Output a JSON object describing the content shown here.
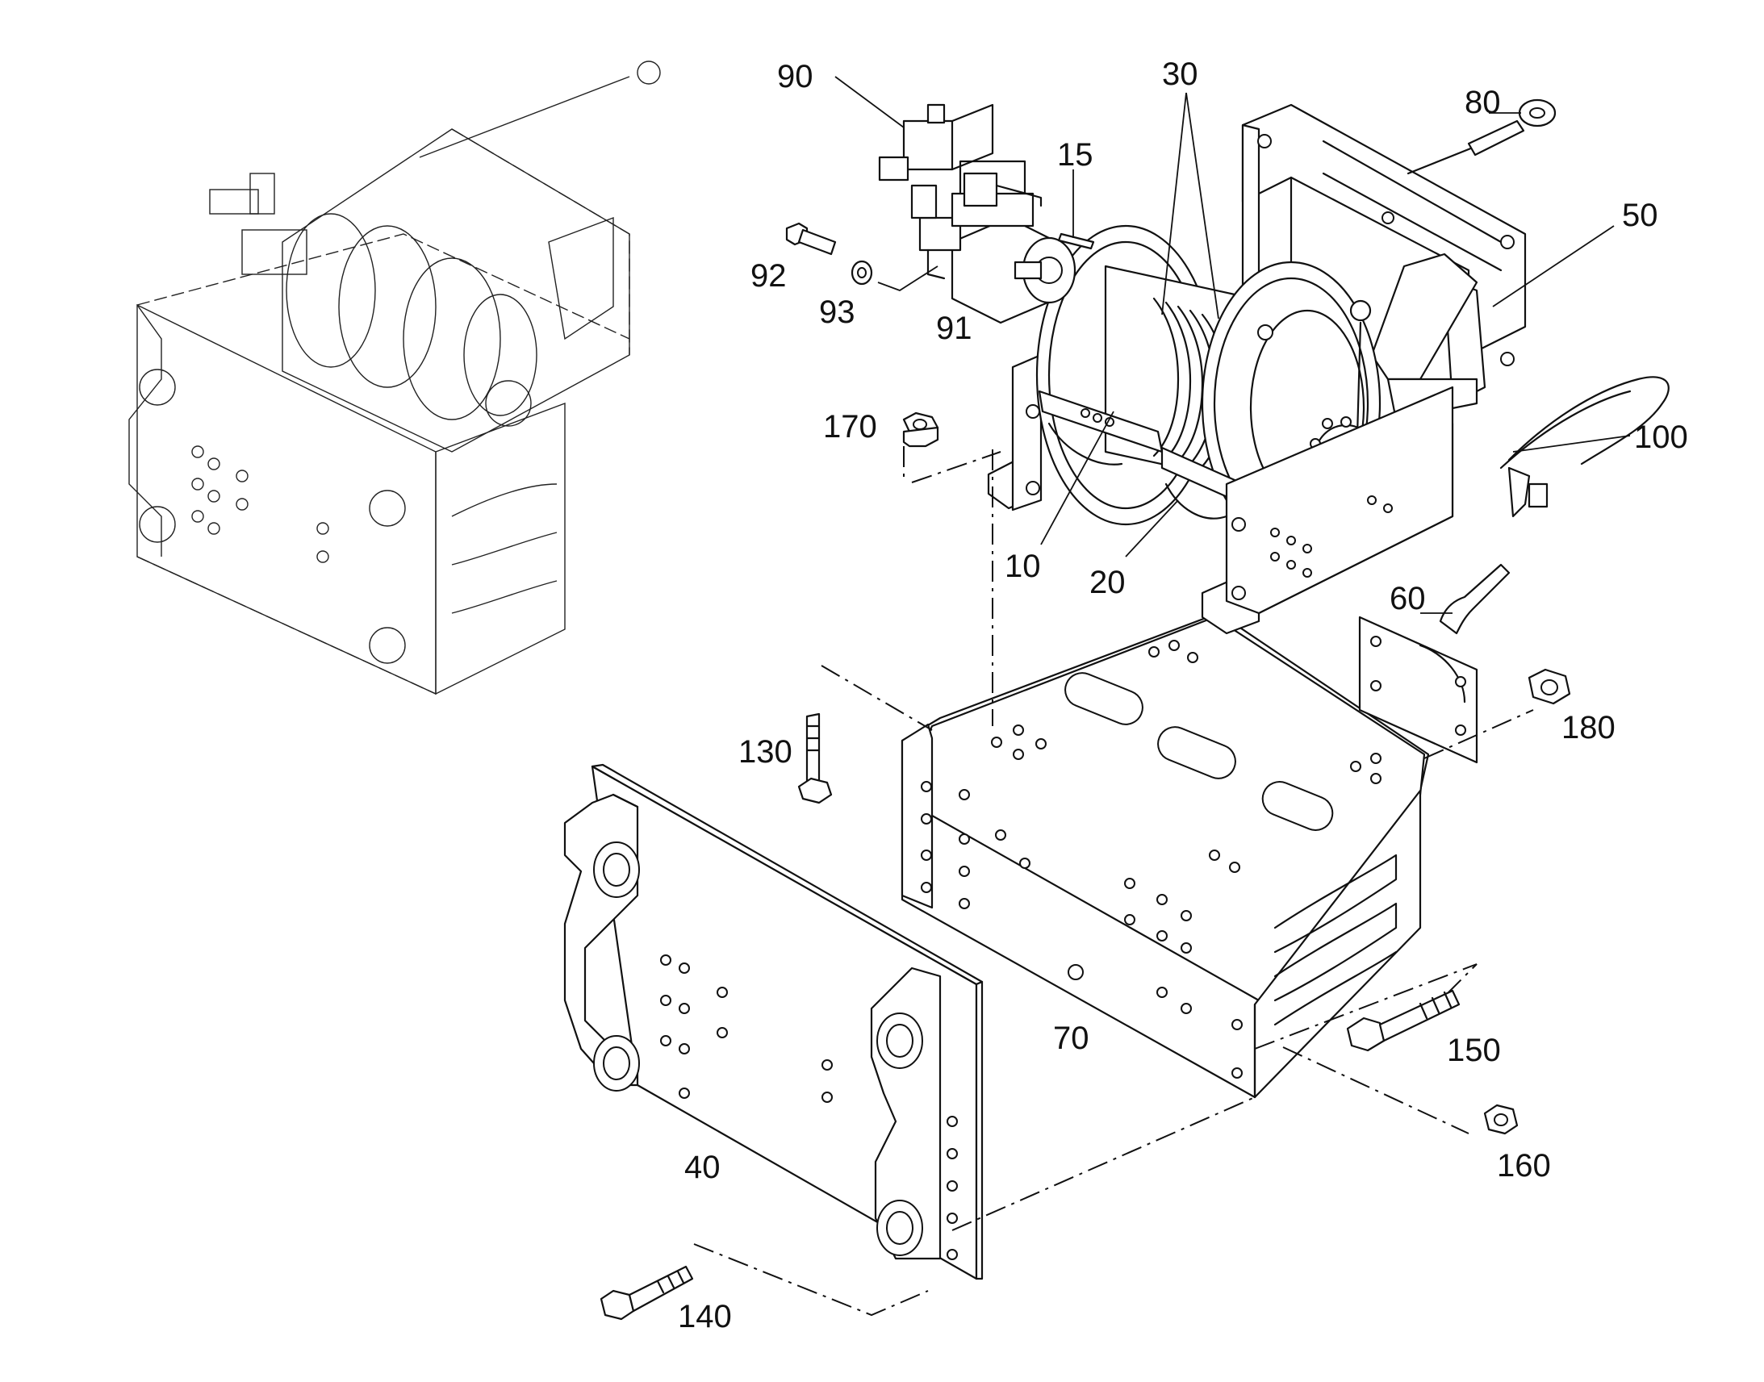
{
  "callouts": {
    "c10": "10",
    "c15": "15",
    "c20": "20",
    "c30": "30",
    "c40": "40",
    "c50": "50",
    "c60": "60",
    "c70": "70",
    "c80": "80",
    "c90": "90",
    "c91": "91",
    "c92": "92",
    "c93": "93",
    "c100": "100",
    "c130": "130",
    "c140": "140",
    "c150": "150",
    "c160": "160",
    "c170": "170",
    "c180": "180"
  }
}
